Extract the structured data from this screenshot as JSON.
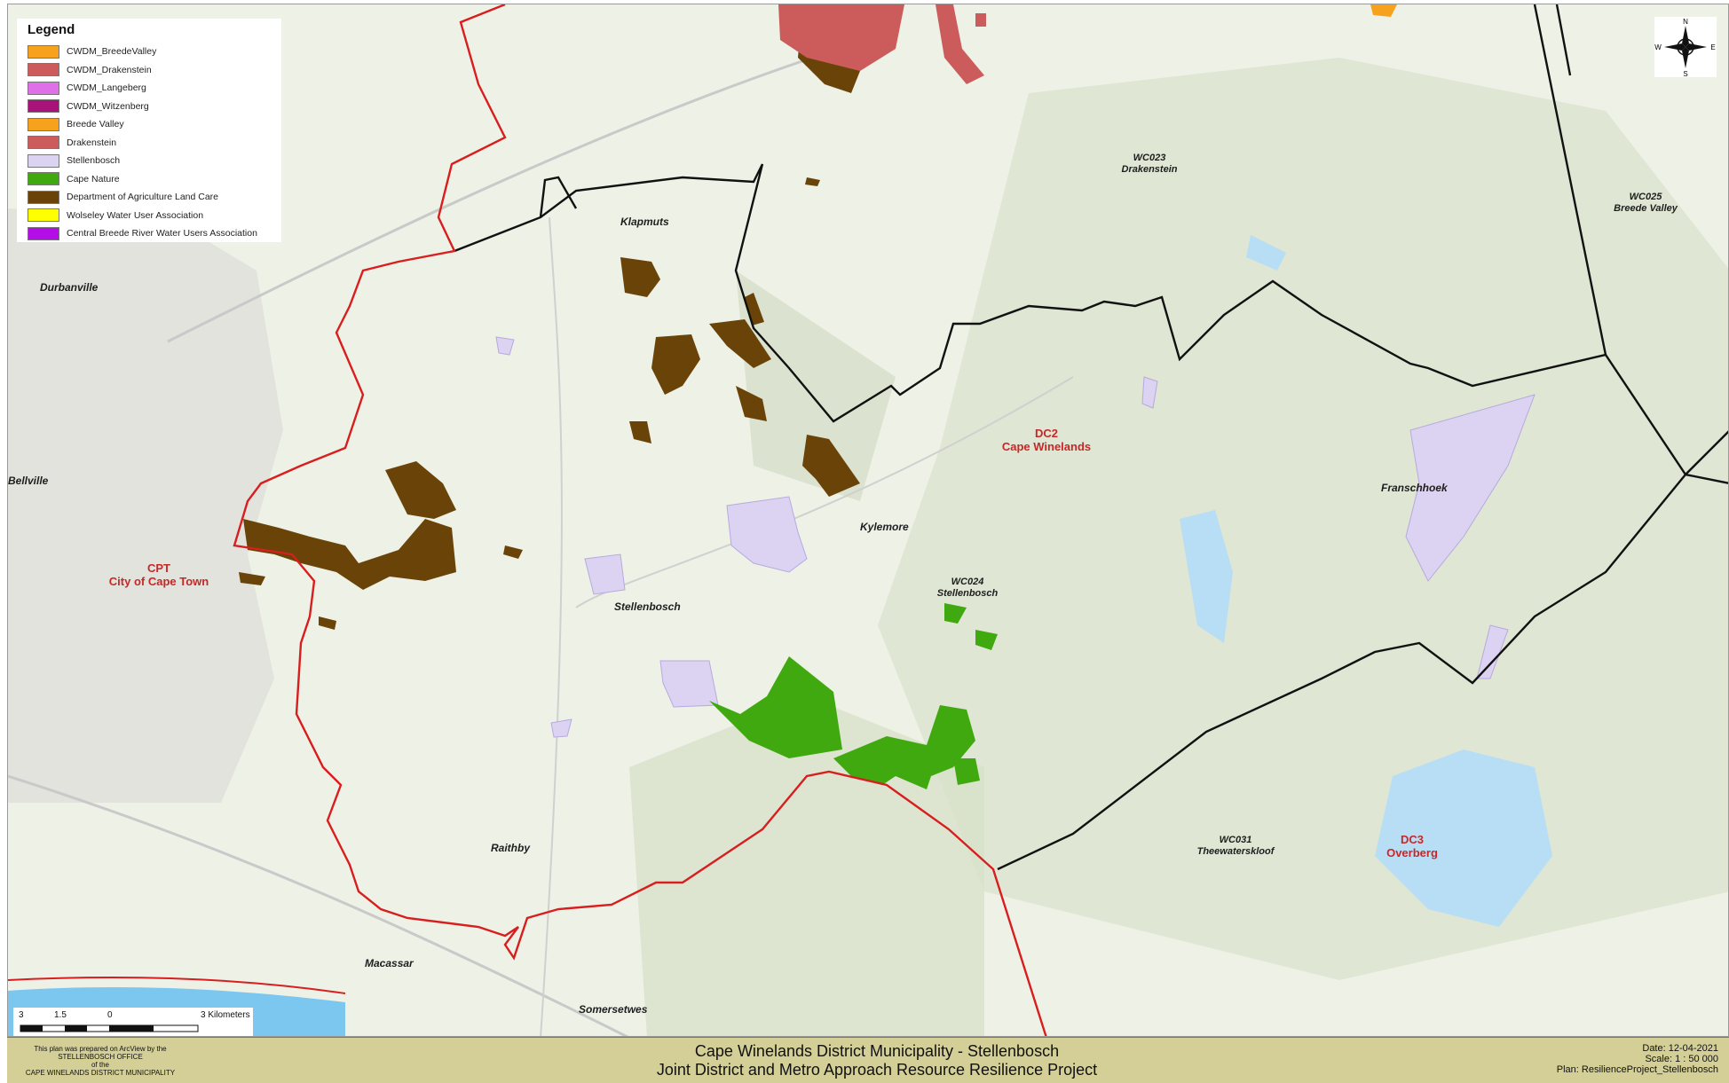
{
  "legend": {
    "title": "Legend",
    "items": [
      {
        "label": "CWDM_BreedeValley",
        "color": "#f6a21d"
      },
      {
        "label": "CWDM_Drakenstein",
        "color": "#cc5b5b"
      },
      {
        "label": "CWDM_Langeberg",
        "color": "#e070e8"
      },
      {
        "label": "CWDM_Witzenberg",
        "color": "#a8137a"
      },
      {
        "label": "Breede Valley",
        "color": "#f6a21d"
      },
      {
        "label": "Drakenstein",
        "color": "#cc5b5b"
      },
      {
        "label": "Stellenbosch",
        "color": "#dcd3f2"
      },
      {
        "label": "Cape Nature",
        "color": "#3fa90f"
      },
      {
        "label": "Department of Agriculture Land Care",
        "color": "#6a4308"
      },
      {
        "label": "Wolseley Water User Association",
        "color": "#ffff00"
      },
      {
        "label": "Central Breede River Water Users Association",
        "color": "#b30de8"
      }
    ]
  },
  "places": {
    "klapmuts": "Klapmuts",
    "durbanville": "Durbanville",
    "bellville": "Bellville",
    "kylemore": "Kylemore",
    "stellenbosch": "Stellenbosch",
    "franschhoek": "Franschhoek",
    "raithby": "Raithby",
    "macassar": "Macassar",
    "somersetwes": "Somersetwes"
  },
  "municipalities": {
    "wc023_code": "WC023",
    "wc023_name": "Drakenstein",
    "wc025_code": "WC025",
    "wc025_name": "Breede Valley",
    "wc024_code": "WC024",
    "wc024_name": "Stellenbosch",
    "wc031_code": "WC031",
    "wc031_name": "Theewaterskloof"
  },
  "districts": {
    "dc2_code": "DC2",
    "dc2_name": "Cape Winelands",
    "cpt_code": "CPT",
    "cpt_name": "City of Cape Town",
    "dc3_code": "DC3",
    "dc3_name": "Overberg"
  },
  "compass": {
    "n": "N",
    "s": "S",
    "e": "E",
    "w": "W"
  },
  "scale_bar": {
    "t0": "3",
    "t1": "1.5",
    "t2": "0",
    "t3": "3 Kilometers"
  },
  "footer": {
    "prepared_line1": "This plan was prepared on ArcView by the",
    "prepared_line2": "STELLENBOSCH OFFICE",
    "prepared_line3": "of the",
    "prepared_line4": "CAPE WINELANDS DISTRICT MUNICIPALITY",
    "title_line1": "Cape Winelands District Municipality - Stellenbosch",
    "title_line2": "Joint District and Metro Approach Resource Resilience Project",
    "date": "Date: 12-04-2021",
    "scale": "Scale: 1 : 50 000",
    "plan": "Plan: ResilienceProject_Stellenbosch"
  }
}
